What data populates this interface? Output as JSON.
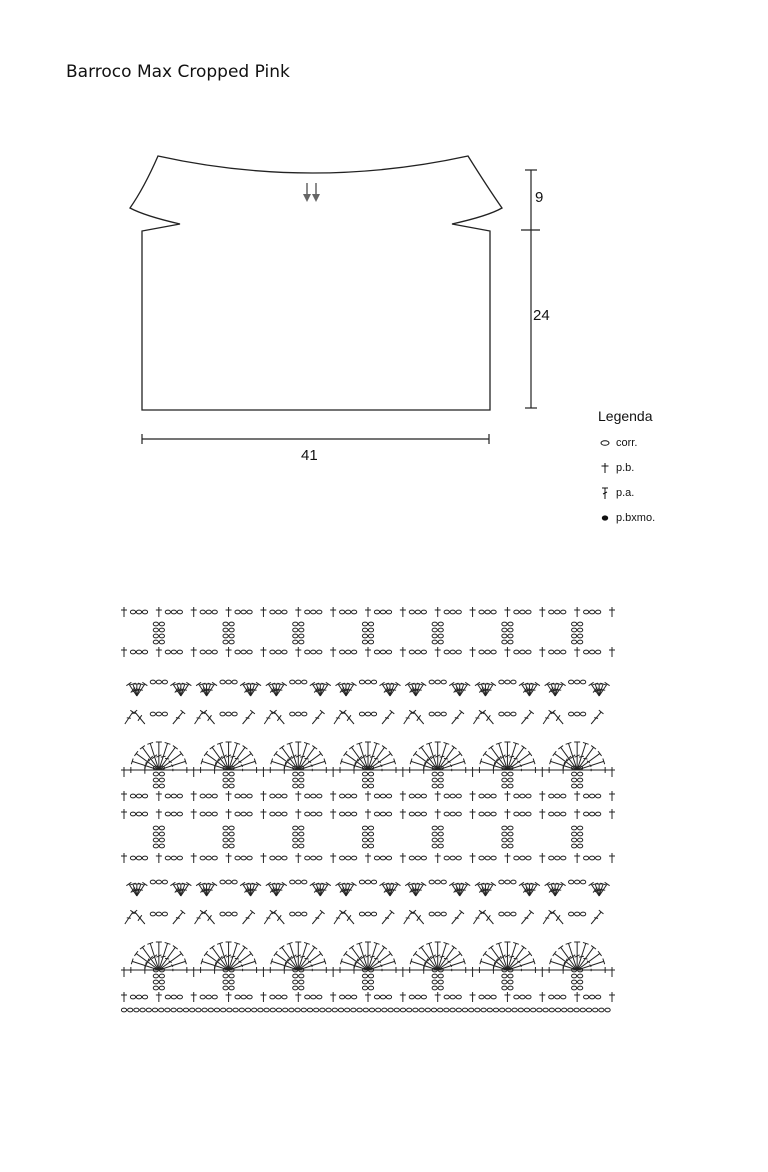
{
  "page": {
    "title": "Barroco Max Cropped Pink"
  },
  "schematic": {
    "dim_top_height": "9",
    "dim_body_height": "24",
    "dim_width": "41"
  },
  "legend": {
    "title": "Legenda",
    "items": [
      {
        "symbol": "chain-symbol-icon",
        "label": "corr."
      },
      {
        "symbol": "single-crochet-symbol-icon",
        "label": "p.b."
      },
      {
        "symbol": "double-crochet-symbol-icon",
        "label": "p.a."
      },
      {
        "symbol": "slip-stitch-symbol-icon",
        "label": "p.bxmo."
      }
    ]
  },
  "stitch_chart": {
    "repeats": 7,
    "pattern": "shell-and-picot lace, rows repeated"
  }
}
